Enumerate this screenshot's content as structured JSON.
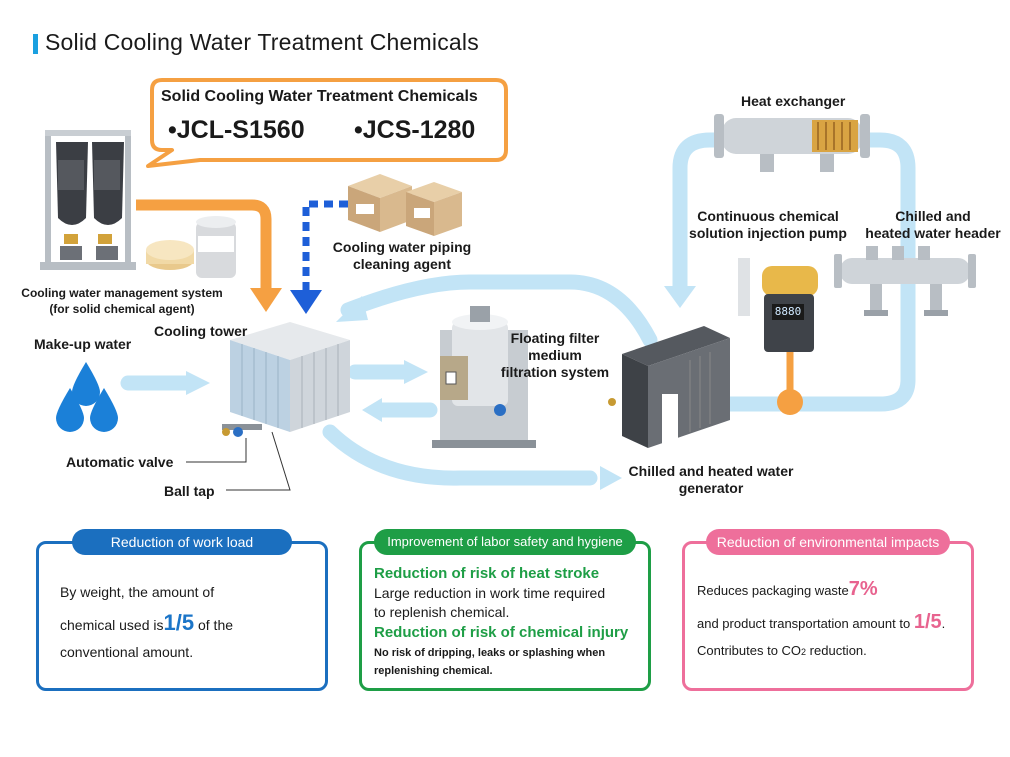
{
  "page_title": "Solid Cooling Water Treatment Chemicals",
  "callout": {
    "heading": "Solid Cooling Water Treatment Chemicals",
    "product_1": "•JCL-S1560",
    "product_2": "•JCS-1280"
  },
  "labels": {
    "management_system_1": "Cooling water management system",
    "management_system_2": "(for solid chemical agent)",
    "cooling_tower": "Cooling tower",
    "makeup_water": "Make-up water",
    "automatic_valve": "Automatic valve",
    "ball_tap": "Ball tap",
    "cleaning_agent_1": "Cooling water piping",
    "cleaning_agent_2": "cleaning agent",
    "filter_1": "Floating filter",
    "filter_2": "medium",
    "filter_3": "filtration system",
    "heat_exchanger": "Heat exchanger",
    "pump_1": "Continuous chemical",
    "pump_2": "solution injection pump",
    "header_1": "Chilled and",
    "header_2": "heated water header",
    "generator_1": "Chilled and heated water",
    "generator_2": "generator",
    "pump_display": "8880"
  },
  "panels": {
    "work_load": {
      "title": "Reduction of work load",
      "line1": "By weight, the amount of",
      "line2_pre": "chemical used is",
      "line2_big": "1/5",
      "line2_post": "of the",
      "line3": "conventional amount."
    },
    "safety": {
      "title": "Improvement of labor safety and hygiene",
      "h1": "Reduction of risk of heat stroke",
      "t1a": "Large reduction in work time required",
      "t1b": "to replenish chemical.",
      "h2": "Reduction of risk of chemical injury",
      "t2a": "No risk of dripping, leaks or splashing when",
      "t2b": "replenishing chemical."
    },
    "environment": {
      "title": "Reduction of environmental impacts",
      "l1_pre": "Reduces packaging waste",
      "l1_big": "7%",
      "l2_pre": "and product transportation amount to",
      "l2_big": "1/5",
      "l2_post": ".",
      "l3_pre": "Contributes to CO",
      "l3_sub": "2",
      "l3_post": " reduction."
    }
  },
  "colors": {
    "accent_blue": "#1aa0e0",
    "orange": "#f5a042",
    "flow_blue": "#c2e4f6",
    "dashed_blue": "#1e5fd8",
    "panel_blue": "#1b6fbf",
    "panel_green": "#1e9e46",
    "panel_pink": "#ee6f9b"
  }
}
